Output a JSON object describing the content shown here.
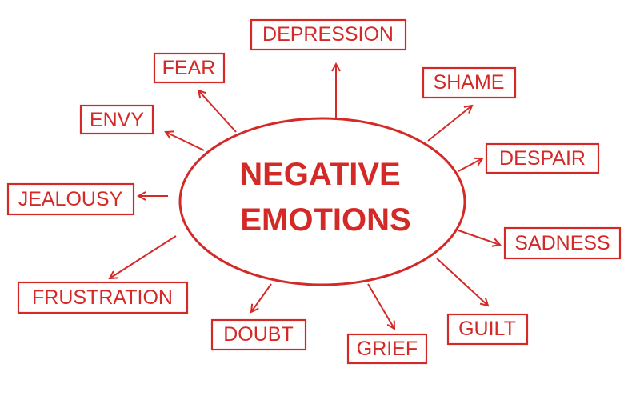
{
  "accent_color": "#d42a27",
  "center": {
    "line1": "NEGATIVE",
    "line2": "EMOTIONS"
  },
  "emotions": {
    "depression": "DEPRESSION",
    "fear": "FEAR",
    "shame": "SHAME",
    "envy": "ENVY",
    "despair": "DESPAIR",
    "jealousy": "JEALOUSY",
    "sadness": "SADNESS",
    "frustration": "FRUSTRATION",
    "guilt": "GUILT",
    "doubt": "DOUBT",
    "grief": "GRIEF"
  }
}
